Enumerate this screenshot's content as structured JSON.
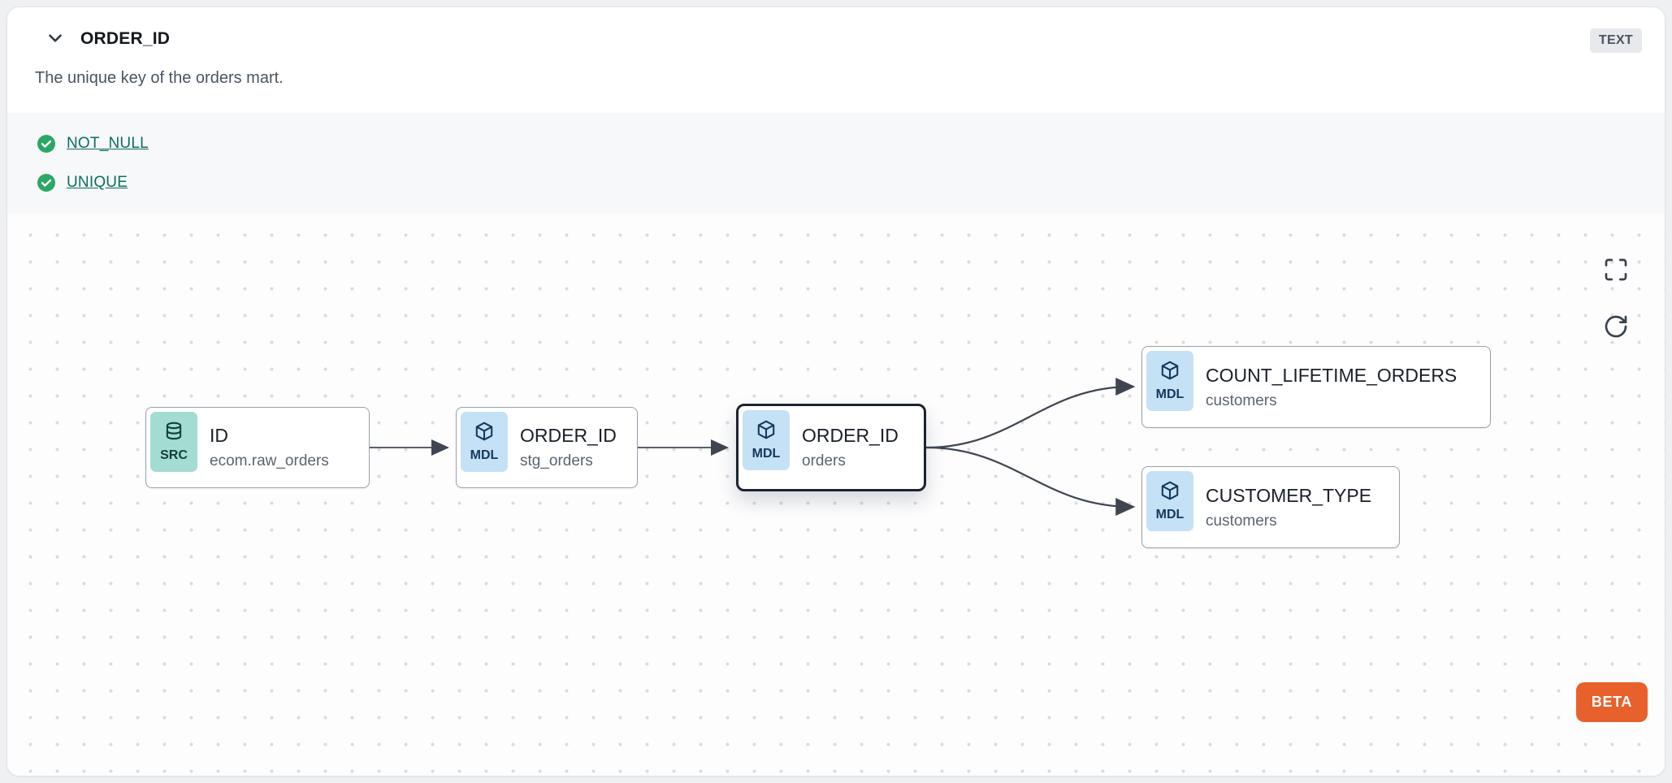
{
  "header": {
    "title": "ORDER_ID",
    "description": "The unique key of the orders mart.",
    "type_badge": "TEXT"
  },
  "tests": [
    {
      "label": "NOT_NULL",
      "status": "pass"
    },
    {
      "label": "UNIQUE",
      "status": "pass"
    }
  ],
  "lineage": {
    "beta_label": "BETA",
    "nodes": [
      {
        "badge": "SRC",
        "icon": "database-icon",
        "title": "ID",
        "subtitle": "ecom.raw_orders",
        "selected": false
      },
      {
        "badge": "MDL",
        "icon": "cube-icon",
        "title": "ORDER_ID",
        "subtitle": "stg_orders",
        "selected": false
      },
      {
        "badge": "MDL",
        "icon": "cube-icon",
        "title": "ORDER_ID",
        "subtitle": "orders",
        "selected": true
      },
      {
        "badge": "MDL",
        "icon": "cube-icon",
        "title": "COUNT_LIFETIME_ORDERS",
        "subtitle": "customers",
        "selected": false
      },
      {
        "badge": "MDL",
        "icon": "cube-icon",
        "title": "CUSTOMER_TYPE",
        "subtitle": "customers",
        "selected": false
      }
    ]
  },
  "colors": {
    "accent_teal": "#0b6e62",
    "test_pass_green": "#2ba866",
    "src_badge_bg": "#a2dcd2",
    "mdl_badge_bg": "#c4e1f6",
    "beta_orange": "#e8602c",
    "selected_border": "#1b2430"
  }
}
